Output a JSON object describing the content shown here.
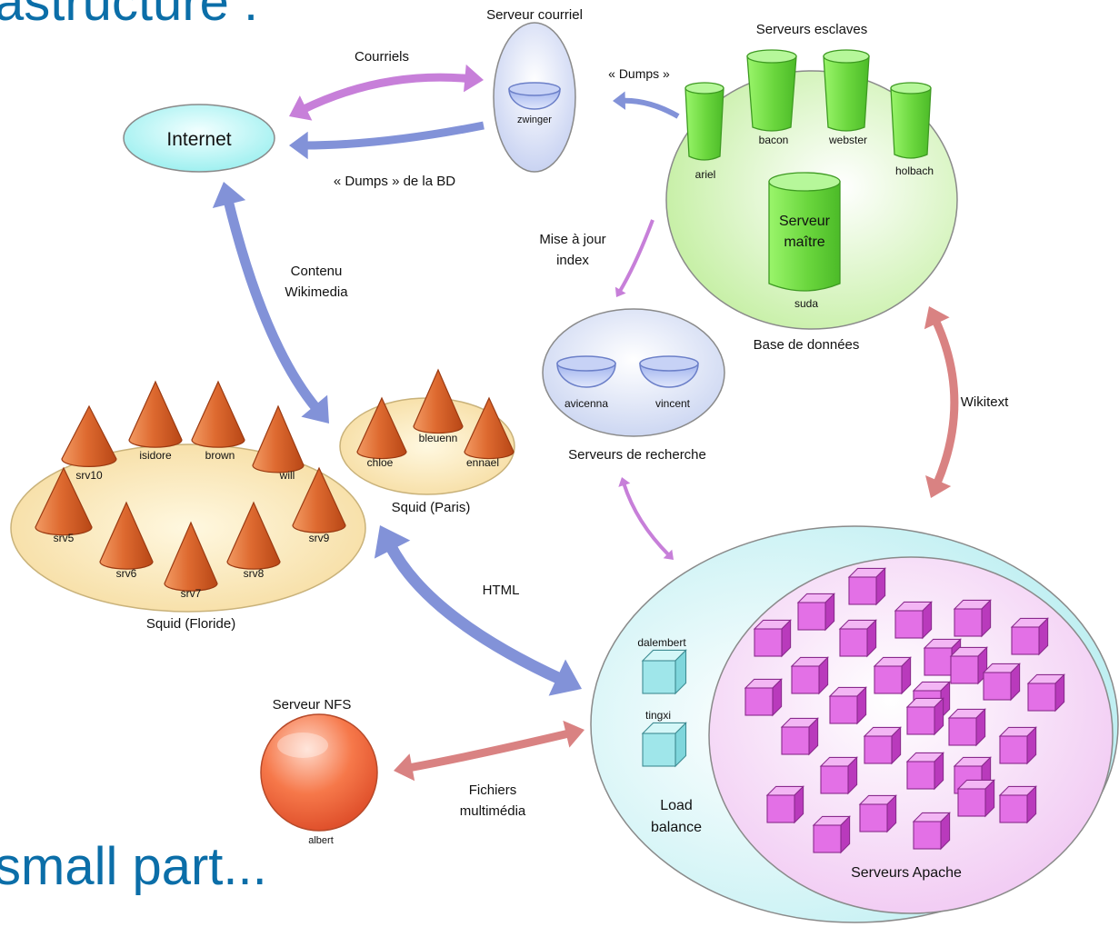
{
  "slide": {
    "title_fragment": "astructure :",
    "footer_fragment": "small part..."
  },
  "nodes": {
    "internet": "Internet",
    "mail_server_title": "Serveur courriel",
    "mail_server_host": "zwinger",
    "slaves_title": "Serveurs esclaves",
    "slaves": [
      "ariel",
      "bacon",
      "webster",
      "holbach"
    ],
    "master_line1": "Serveur",
    "master_line2": "maître",
    "master_host": "suda",
    "database_title": "Base de données",
    "search_title": "Serveurs de recherche",
    "search_hosts": [
      "avicenna",
      "vincent"
    ],
    "squid_paris_title": "Squid (Paris)",
    "squid_paris_hosts": [
      "chloe",
      "bleuenn",
      "ennael"
    ],
    "squid_florida_title": "Squid (Floride)",
    "squid_florida_hosts": [
      "srv10",
      "isidore",
      "brown",
      "will",
      "srv5",
      "srv6",
      "srv7",
      "srv8",
      "srv9"
    ],
    "nfs_title": "Serveur NFS",
    "nfs_host": "albert",
    "lb_hosts": [
      "dalembert",
      "tingxi"
    ],
    "lb_line1": "Load",
    "lb_line2": "balance",
    "apache_title": "Serveurs Apache"
  },
  "edges": {
    "courriels": "Courriels",
    "dumps_quote": "« Dumps »",
    "dumps_bd": "« Dumps » de la BD",
    "mise_line1": "Mise à jour",
    "mise_line2": "index",
    "contenu_line1": "Contenu",
    "contenu_line2": "Wikimedia",
    "wikitext": "Wikitext",
    "html": "HTML",
    "fichiers_line1": "Fichiers",
    "fichiers_line2": "multimédia"
  },
  "colors": {
    "blue_arrow": "#8292d8",
    "purple_arrow": "#c77fd9",
    "red_arrow": "#d98282",
    "cone": "#d9602a",
    "cube_pink": "#d43fd6",
    "cube_cyan": "#7fd6dc",
    "slave_green": "#7ee14f"
  }
}
